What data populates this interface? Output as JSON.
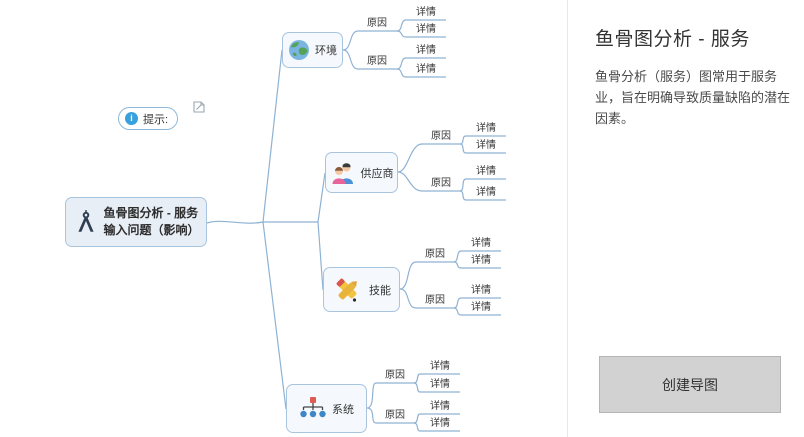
{
  "colors": {
    "connector": "#8fb2d4",
    "node_border": "#a9c4de",
    "info_blue": "#38a1dd",
    "button_bg": "#d2d2d2"
  },
  "canvas": {
    "root": {
      "icon": "compass-icon",
      "line1": "鱼骨图分析 - 服务",
      "line2": "输入问题（影响）"
    },
    "tip": {
      "icon": "info-icon",
      "label": "提示:",
      "note_icon": "note-icon"
    },
    "branches": [
      {
        "label": "环境",
        "icon": "globe-icon",
        "causes": [
          {
            "label": "原因",
            "details": [
              {
                "label": "详情"
              },
              {
                "label": "详情"
              }
            ]
          },
          {
            "label": "原因",
            "details": [
              {
                "label": "详情"
              },
              {
                "label": "详情"
              }
            ]
          }
        ]
      },
      {
        "label": "供应商",
        "icon": "people-icon",
        "causes": [
          {
            "label": "原因",
            "details": [
              {
                "label": "详情"
              },
              {
                "label": "详情"
              }
            ]
          },
          {
            "label": "原因",
            "details": [
              {
                "label": "详情"
              },
              {
                "label": "详情"
              }
            ]
          }
        ]
      },
      {
        "label": "技能",
        "icon": "tools-icon",
        "causes": [
          {
            "label": "原因",
            "details": [
              {
                "label": "详情"
              },
              {
                "label": "详情"
              }
            ]
          },
          {
            "label": "原因",
            "details": [
              {
                "label": "详情"
              },
              {
                "label": "详情"
              }
            ]
          }
        ]
      },
      {
        "label": "系统",
        "icon": "org-chart-icon",
        "causes": [
          {
            "label": "原因",
            "details": [
              {
                "label": "详情"
              },
              {
                "label": "详情"
              }
            ]
          },
          {
            "label": "原因",
            "details": [
              {
                "label": "详情"
              },
              {
                "label": "详情"
              }
            ]
          }
        ]
      }
    ]
  },
  "panel": {
    "title": "鱼骨图分析 - 服务",
    "description": "鱼骨分析（服务）图常用于服务业，旨在明确导致质量缺陷的潜在因素。",
    "create_button": "创建导图"
  }
}
